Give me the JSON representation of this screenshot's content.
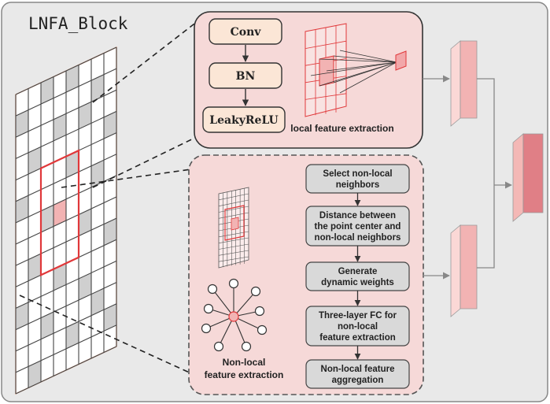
{
  "title": "LNFA_Block",
  "local_branch": {
    "layers": [
      "Conv",
      "BN",
      "LeakyReLU"
    ],
    "caption": "local feature extraction"
  },
  "nonlocal_branch": {
    "steps": [
      [
        "Select non-local",
        "neighbors"
      ],
      [
        "Distance between",
        "the point center and",
        "non-local neighbors"
      ],
      [
        "Generate",
        "dynamic weights"
      ],
      [
        "Three-layer FC for",
        "non-local",
        "feature extraction"
      ],
      [
        "Non-local feature",
        "aggregation"
      ]
    ],
    "caption": [
      "Non-local",
      "feature extraction"
    ]
  },
  "colors": {
    "panel_bg": "#e9e9e9",
    "pink_fill": "#f6d9d8",
    "box_fill": "#fbe6d6",
    "step_fill": "#d9d9d9",
    "red": "#e0383a",
    "feature_light": "#f2b3b3",
    "feature_side": "#fbd8d6",
    "output_front": "#e07f86"
  }
}
